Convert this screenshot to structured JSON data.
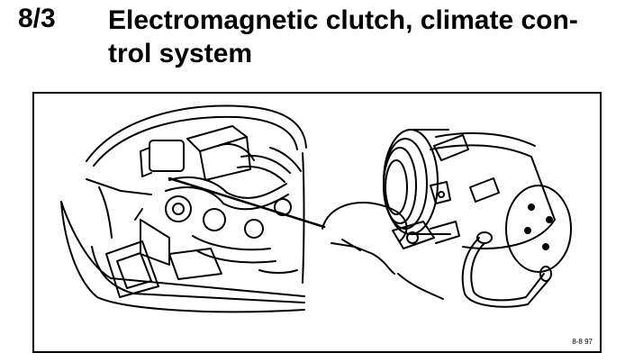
{
  "header": {
    "section_number": "8/3",
    "title_line1": "Electromagnetic clutch, climate con-",
    "title_line2": "trol system"
  },
  "figure": {
    "reference_code": "8-8 97",
    "icons": [
      "engine-bay-illustration",
      "ac-compressor-illustration",
      "pointer-line"
    ]
  }
}
